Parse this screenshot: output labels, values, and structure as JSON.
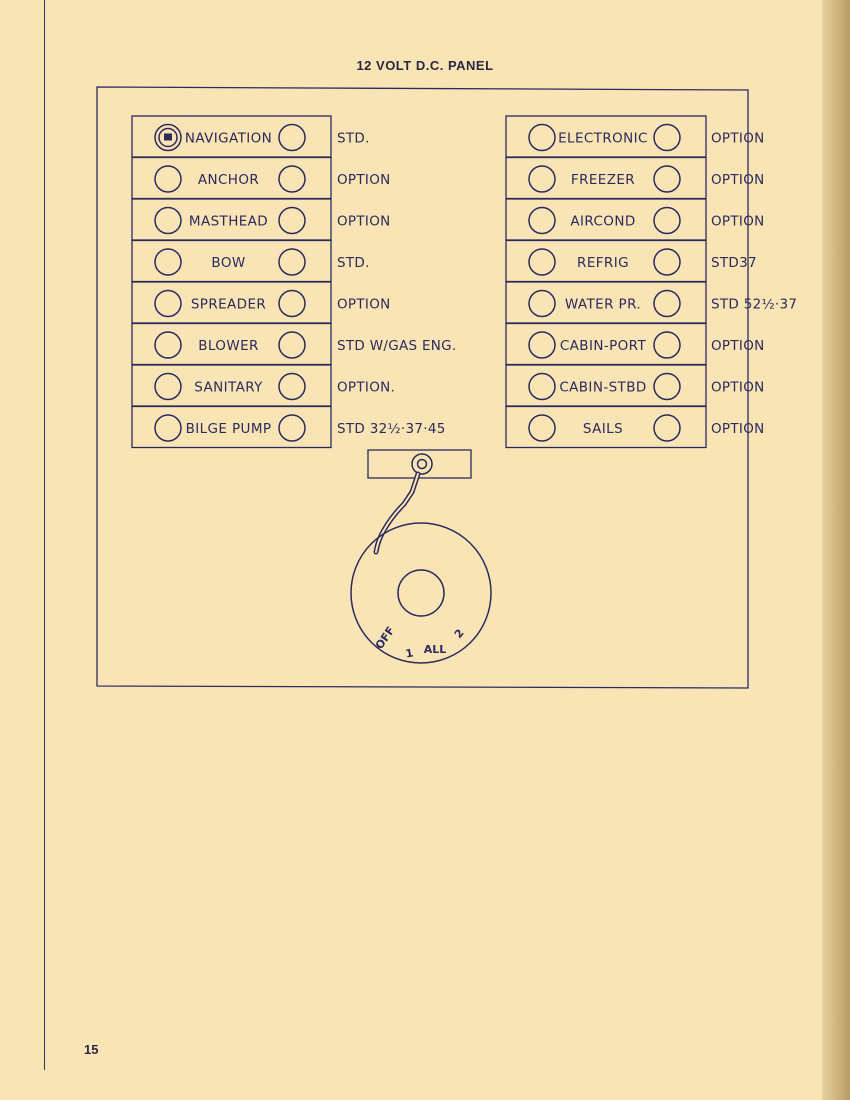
{
  "title": "12 VOLT D.C. PANEL",
  "page_number": "15",
  "left_column": [
    {
      "label": "NAVIGATION",
      "note": "STD.",
      "breaker_on": true
    },
    {
      "label": "ANCHOR",
      "note": "OPTION"
    },
    {
      "label": "MASTHEAD",
      "note": "OPTION"
    },
    {
      "label": "BOW",
      "note": "STD."
    },
    {
      "label": "SPREADER",
      "note": "OPTION"
    },
    {
      "label": "BLOWER",
      "note": "STD W/GAS ENG."
    },
    {
      "label": "SANITARY",
      "note": "OPTION."
    },
    {
      "label": "BILGE PUMP",
      "note": "STD 32½·37·45"
    }
  ],
  "right_column": [
    {
      "label": "ELECTRONIC",
      "note": "OPTION"
    },
    {
      "label": "FREEZER",
      "note": "OPTION"
    },
    {
      "label": "AIRCOND",
      "note": "OPTION"
    },
    {
      "label": "REFRIG",
      "note": "STD37"
    },
    {
      "label": "WATER PR.",
      "note": "STD 52½·37"
    },
    {
      "label": "CABIN-PORT",
      "note": "OPTION"
    },
    {
      "label": "CABIN-STBD",
      "note": "OPTION"
    },
    {
      "label": "SAILS",
      "note": "OPTION"
    }
  ],
  "selector_switch": {
    "positions": [
      "OFF",
      "1",
      "ALL",
      "2"
    ]
  },
  "colors": {
    "paper": "#f8e4b5",
    "ink": "#2d2a5c",
    "print": "#2a2740"
  }
}
